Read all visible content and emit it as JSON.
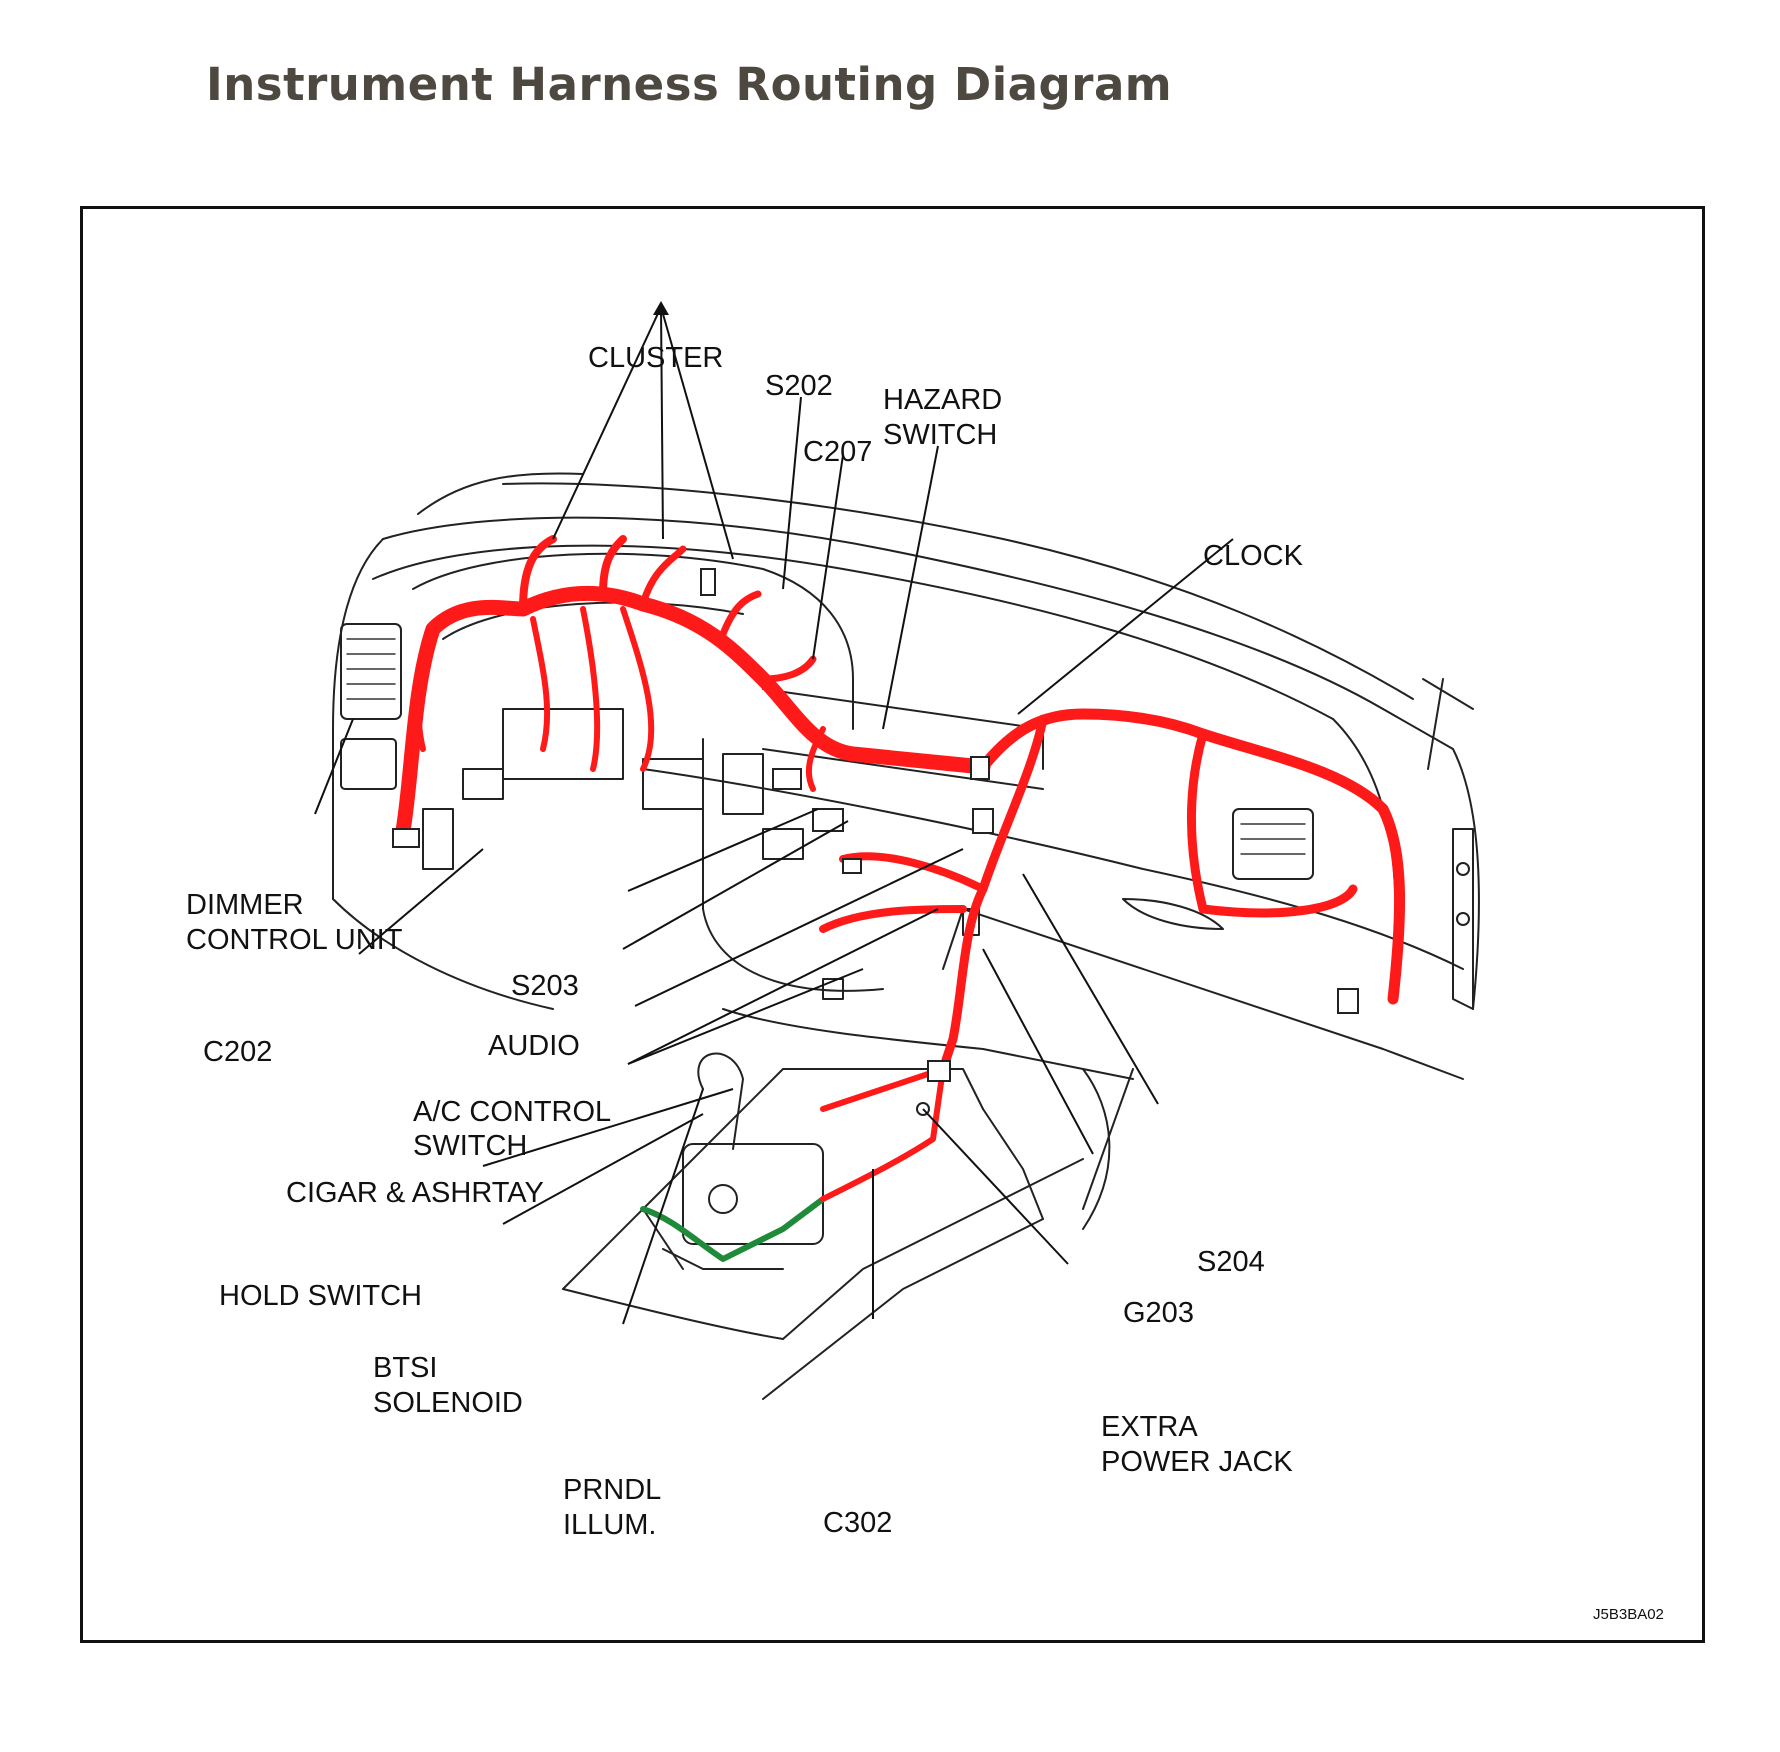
{
  "title": "Instrument Harness Routing Diagram",
  "diagram": {
    "colors": {
      "harness": "#ff1a1a",
      "harness_green": "#1f8a3a",
      "title": "#4d4840"
    },
    "labels": {
      "cluster": "CLUSTER",
      "s202": "S202",
      "hazard_line1": "HAZARD",
      "hazard_line2": "SWITCH",
      "c207": "C207",
      "clock": "CLOCK",
      "dimmer_line1": "DIMMER",
      "dimmer_line2": "CONTROL UNIT",
      "s203": "S203",
      "c202": "C202",
      "audio": "AUDIO",
      "ac_line1": "A/C CONTROL",
      "ac_line2": "SWITCH",
      "cigar": "CIGAR & ASHRTAY",
      "hold": "HOLD SWITCH",
      "btsi_line1": "BTSI",
      "btsi_line2": "SOLENOID",
      "prndl_line1": "PRNDL",
      "prndl_line2": "ILLUM.",
      "c302": "C302",
      "extra_line1": "EXTRA",
      "extra_line2": "POWER JACK",
      "g203": "G203",
      "s204": "S204",
      "figure_code": "J5B3BA02"
    }
  }
}
